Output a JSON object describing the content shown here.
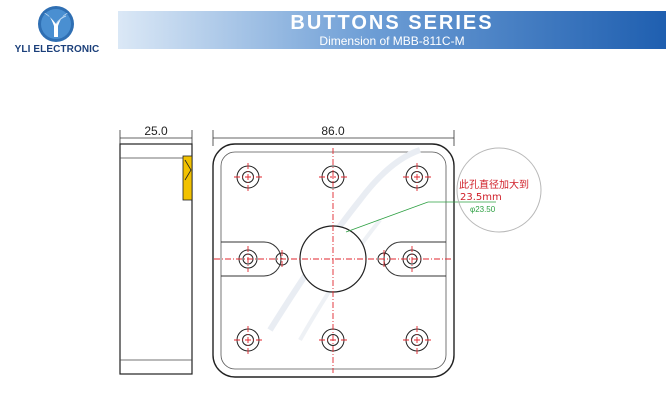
{
  "brand": {
    "logo_icon": "yli-logo-icon",
    "name": "YLI ELECTRONIC"
  },
  "header": {
    "title": "BUTTONS SERIES",
    "subtitle": "Dimension of MBB-811C-M"
  },
  "dimensions": {
    "depth": "25.0",
    "width": "86.0"
  },
  "annotation": {
    "note_cn": "此孔直径加大到",
    "note_size": "23.5mm",
    "note_small": "φ23.50"
  },
  "colors": {
    "banner_start": "#dbe8f6",
    "banner_end": "#1f5fb0",
    "centerline": "#e0262e",
    "leader": "#2ea043",
    "accent_yellow": "#f2c200"
  }
}
